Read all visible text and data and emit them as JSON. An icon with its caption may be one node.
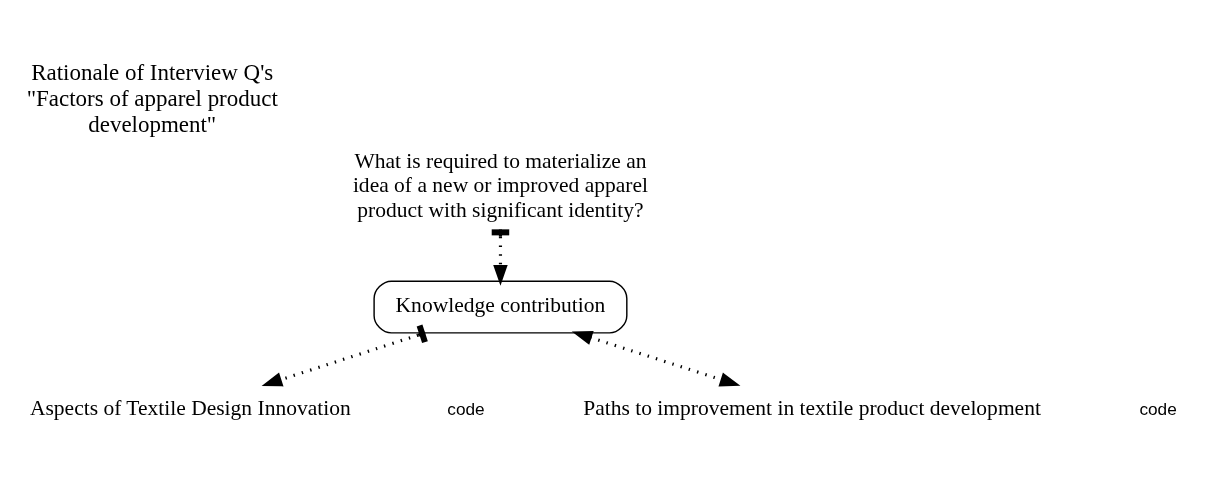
{
  "diagram": {
    "title": "Rationale of Interview Q's \"Factors of apparel product development\"",
    "nodes": [
      {
        "text": [
          "What is required to materialize an idea of a new or improved apparel product with significant identity?"
        ]
      },
      {
        "text": [
          "Knowledge contribution"
        ]
      },
      {
        "text": [
          "Aspects of Textile Design Innovation"
        ]
      },
      {
        "text": [
          "Paths to improvement in textile product development"
        ]
      }
    ],
    "edges": [
      {
        "from": 0,
        "to": 1,
        "arrow": "to"
      },
      {
        "from": 1,
        "to": 2,
        "arrow": "to"
      },
      {
        "from": 1,
        "to": 3,
        "arrow": "both"
      }
    ],
    "labels": [
      "code",
      "code"
    ]
  }
}
